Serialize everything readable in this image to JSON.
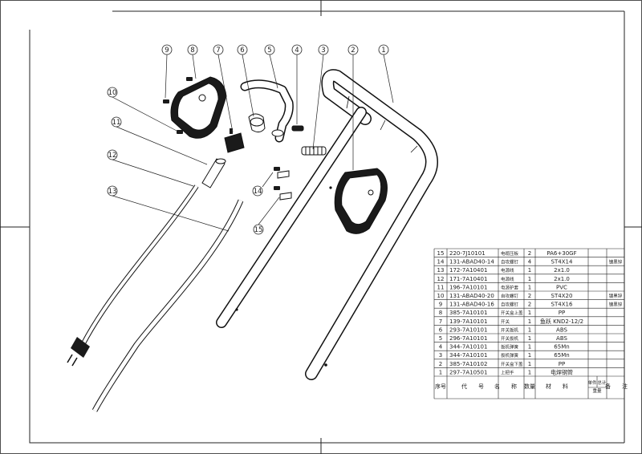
{
  "colors": {
    "line": "#222222",
    "part": "#1a1a1a",
    "paper": "#ffffff"
  },
  "balloons": [
    "1",
    "2",
    "3",
    "4",
    "5",
    "6",
    "7",
    "8",
    "9",
    "10",
    "11",
    "12",
    "13",
    "14",
    "15"
  ],
  "bom": {
    "rows": [
      {
        "no": "15",
        "code": "220-7J10101",
        "name": "电缆压板",
        "qty": "2",
        "material": "PA6+30GF",
        "note": ""
      },
      {
        "no": "14",
        "code": "131-ABAD40-14",
        "name": "自攻螺钉",
        "qty": "4",
        "material": "ST4X14",
        "note": "镀黑锌"
      },
      {
        "no": "13",
        "code": "172-7A10401",
        "name": "电源线",
        "qty": "1",
        "material": "2x1.0",
        "note": ""
      },
      {
        "no": "12",
        "code": "171-7A10401",
        "name": "电源线",
        "qty": "1",
        "material": "2x1.0",
        "note": ""
      },
      {
        "no": "11",
        "code": "196-7A10101",
        "name": "电源护套",
        "qty": "1",
        "material": "PVC",
        "note": ""
      },
      {
        "no": "10",
        "code": "131-ABAD40-20",
        "name": "自攻螺钉",
        "qty": "2",
        "material": "ST4X20",
        "note": "镀黑锌"
      },
      {
        "no": "9",
        "code": "131-ABAD40-16",
        "name": "自攻螺钉",
        "qty": "2",
        "material": "ST4X16",
        "note": "镀黑锌"
      },
      {
        "no": "8",
        "code": "385-7A10101",
        "name": "开关盒上盖",
        "qty": "1",
        "material": "PP",
        "note": ""
      },
      {
        "no": "7",
        "code": "139-7A10101",
        "name": "开关",
        "qty": "1",
        "material": "鱼跃 KND2-12/2",
        "note": ""
      },
      {
        "no": "6",
        "code": "293-7A10101",
        "name": "开关扳机",
        "qty": "1",
        "material": "ABS",
        "note": ""
      },
      {
        "no": "5",
        "code": "296-7A10101",
        "name": "开关扳机",
        "qty": "1",
        "material": "ABS",
        "note": ""
      },
      {
        "no": "4",
        "code": "344-7A10101",
        "name": "扳机弹簧",
        "qty": "1",
        "material": "65Mn",
        "note": ""
      },
      {
        "no": "3",
        "code": "344-7A10101",
        "name": "扳机弹簧",
        "qty": "1",
        "material": "65Mn",
        "note": ""
      },
      {
        "no": "2",
        "code": "385-7A10102",
        "name": "开关盒下盖",
        "qty": "1",
        "material": "PP",
        "note": ""
      },
      {
        "no": "1",
        "code": "297-7A10501",
        "name": "上把手",
        "qty": "1",
        "material": "电焊钢管",
        "note": ""
      }
    ],
    "header": {
      "no": "序号",
      "code": "代　　号",
      "name": "名　　称",
      "qty": "数量",
      "material": "材　　料",
      "unit_weight": "单件",
      "total_weight": "总计",
      "weight": "重量",
      "note": "备　　注"
    }
  }
}
